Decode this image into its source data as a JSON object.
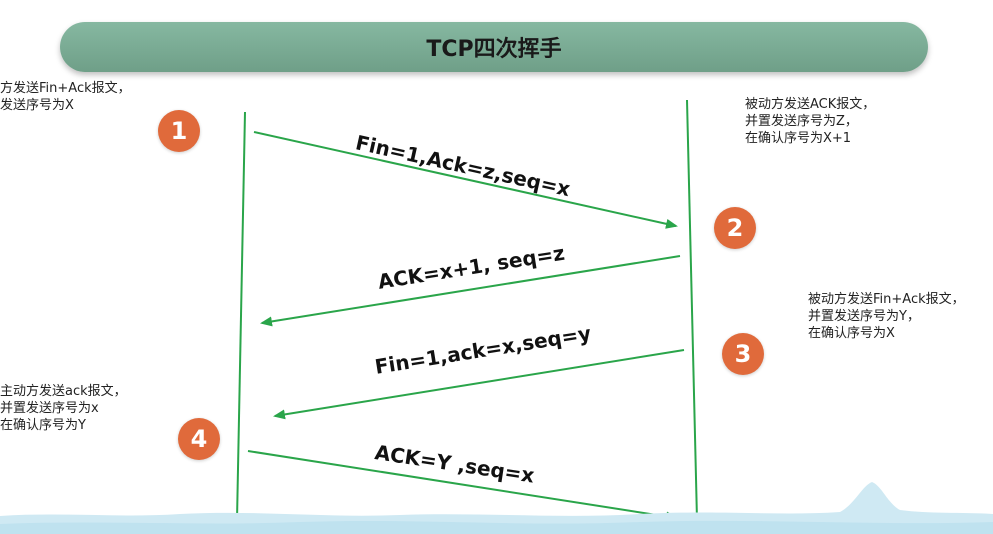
{
  "title": "TCP四次挥手",
  "notes": {
    "n1": [
      "方发送Fin+Ack报文，",
      "发送序号为X"
    ],
    "n2": [
      "被动方发送ACK报文，",
      "并置发送序号为Z，",
      "在确认序号为X+1"
    ],
    "n3": [
      "被动方发送Fin+Ack报文，",
      "并置发送序号为Y，",
      "在确认序号为X"
    ],
    "n4": [
      "主动方发送ack报文，",
      "并置发送序号为x",
      "在确认序号为Y"
    ]
  },
  "steps": [
    "1",
    "2",
    "3",
    "4"
  ],
  "messages": [
    "Fin=1,Ack=z,seq=x",
    "ACK=x+1, seq=z",
    "Fin=1,ack=x,seq=y",
    "ACK=Y ,seq=x"
  ],
  "colors": {
    "line": "#2aa54a",
    "badge": "#e06a3b",
    "title_bar": "#7aab93"
  }
}
